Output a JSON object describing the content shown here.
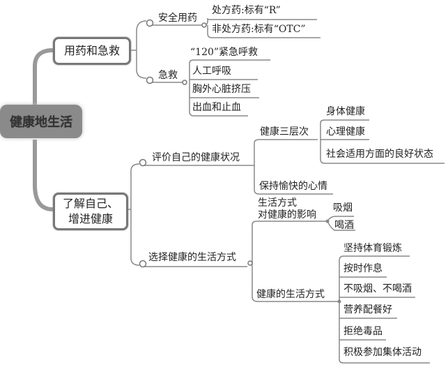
{
  "central": "健康地生活",
  "branches": [
    {
      "label": "用药和急救",
      "children": [
        {
          "label": "安全用药",
          "items": [
            "处方药:标有“R”",
            "非处方药:标有“OTC”"
          ]
        },
        {
          "label": "急救",
          "items": [
            "“120”紧急呼救",
            "人工呼吸",
            "胸外心脏挤压",
            "出血和止血"
          ]
        }
      ]
    },
    {
      "label_line1": "了解自己、",
      "label_line2": "增进健康",
      "children": [
        {
          "label": "评价自己的健康状况",
          "sub": [
            {
              "label": "健康三层次",
              "items": [
                "身体健康",
                "心理健康",
                "社会适用方面的良好状态"
              ]
            },
            {
              "label": "保持愉快的心情"
            }
          ]
        },
        {
          "label": "选择健康的生活方式",
          "sub": [
            {
              "label_line1": "生活方式",
              "label_line2": "对健康的影响",
              "items": [
                "吸烟",
                "喝酒"
              ]
            },
            {
              "label": "健康的生活方式",
              "items": [
                "坚持体育锻炼",
                "按时作息",
                "不吸烟、不喝酒",
                "营养配餐好",
                "拒绝毒品",
                "积极参加集体活动"
              ]
            }
          ]
        }
      ]
    }
  ]
}
